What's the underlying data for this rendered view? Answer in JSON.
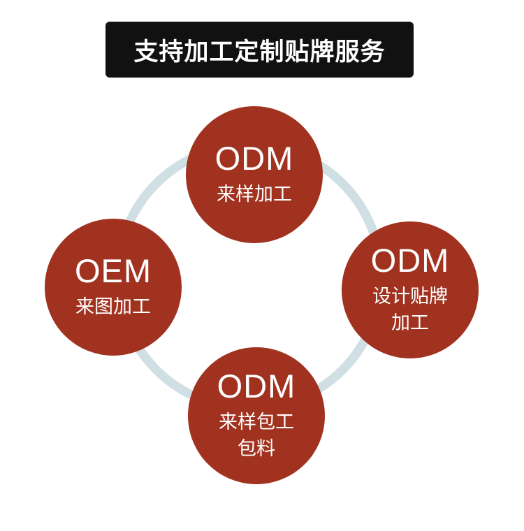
{
  "banner": {
    "title": "支持加工定制贴牌服务"
  },
  "colors": {
    "node_fill": "#a1321f",
    "ring": "#cfdfe3",
    "banner_bg": "#111111"
  },
  "nodes": {
    "top": {
      "code": "ODM",
      "desc": "来样加工"
    },
    "left": {
      "code": "OEM",
      "desc": "来图加工"
    },
    "right": {
      "code": "ODM",
      "desc": "设计贴牌加工"
    },
    "bottom": {
      "code": "ODM",
      "desc": "来样包工包料"
    }
  }
}
